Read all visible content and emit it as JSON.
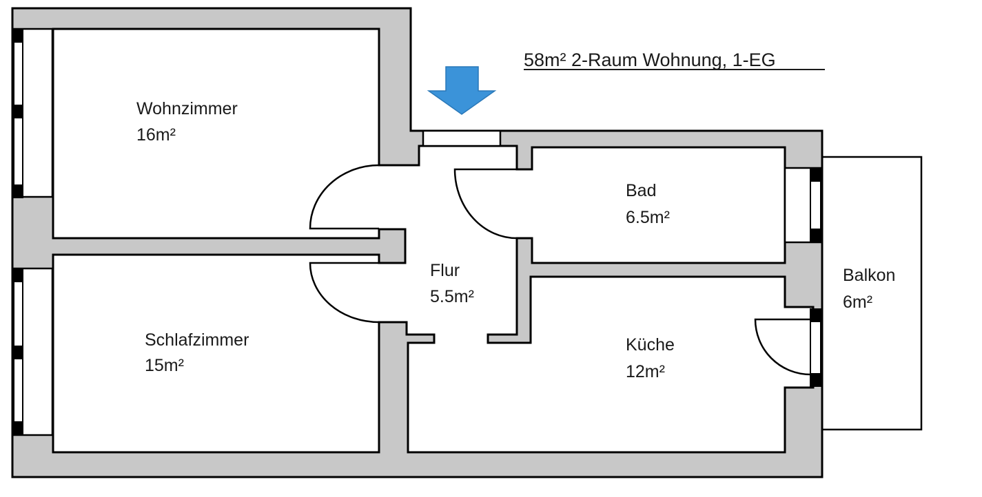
{
  "title": "58m² 2-Raum Wohnung, 1-EG",
  "entrance_arrow": {
    "icon": "down-arrow-icon",
    "color": "#3b93d9"
  },
  "colors": {
    "wall_fill": "#c8c8c8",
    "wall_stroke": "#000000",
    "background": "#ffffff"
  },
  "rooms": {
    "wohnzimmer": {
      "name": "Wohnzimmer",
      "area": "16m²"
    },
    "schlafzimmer": {
      "name": "Schlafzimmer",
      "area": "15m²"
    },
    "flur": {
      "name": "Flur",
      "area": "5.5m²"
    },
    "bad": {
      "name": "Bad",
      "area": "6.5m²"
    },
    "kueche": {
      "name": "Küche",
      "area": "12m²"
    },
    "balkon": {
      "name": "Balkon",
      "area": "6m²"
    }
  }
}
